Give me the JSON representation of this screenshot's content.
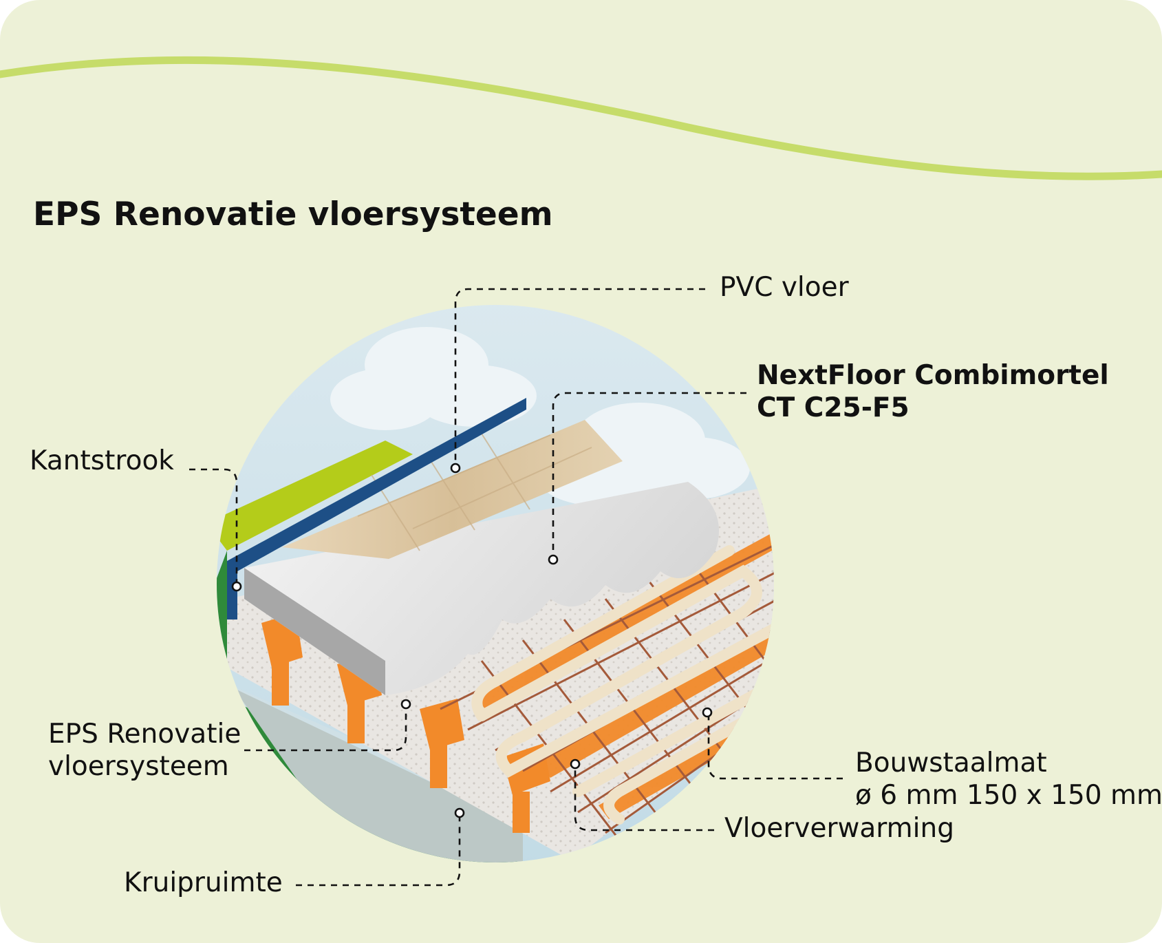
{
  "title": "EPS Renovatie vloersysteem",
  "labels": {
    "pvc": "PVC vloer",
    "combimortel": [
      "NextFloor Combimortel",
      "CT C25-F5"
    ],
    "kantstrook": "Kantstrook",
    "eps": [
      "EPS Renovatie",
      "vloersysteem"
    ],
    "bouwstaalmat": [
      "Bouwstaalmat",
      "ø 6 mm 150 x 150 mm"
    ],
    "vloerverwarming": "Vloerverwarming",
    "kruipruimte": "Kruipruimte"
  },
  "colors": {
    "background": "#edf1d7",
    "wave": "#c6dc6a",
    "accent_orange": "#f28a2a",
    "edge_strip": "#1d4f86",
    "grass_light": "#b4cc1a",
    "grass_dark": "#2f8a3a",
    "sky": "#cfe2ea"
  }
}
